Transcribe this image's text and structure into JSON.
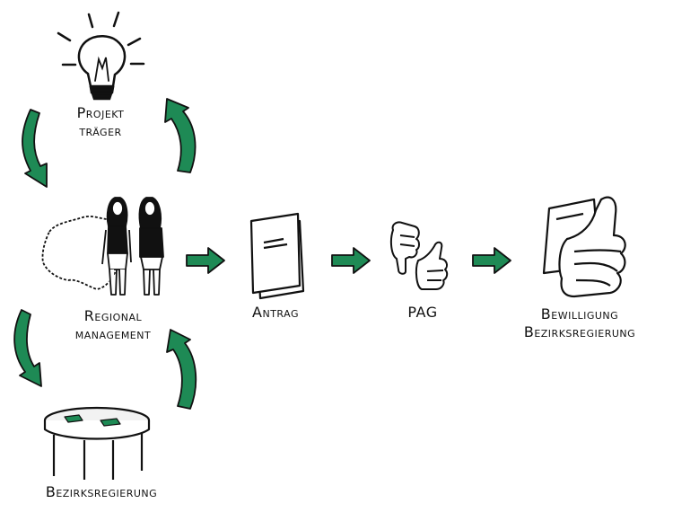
{
  "colors": {
    "accent": "#1e8a55",
    "ink": "#111111",
    "paper": "#ffffff",
    "table_top": "#f2f2f2"
  },
  "nodes": {
    "projekttraeger": {
      "icon": "lightbulb-icon",
      "line1": "Projekt",
      "line2": "träger"
    },
    "regional": {
      "icon": "two-women-map-icon",
      "line1": "Regional",
      "line2": "management"
    },
    "antrag": {
      "icon": "document-icon",
      "line1": "Antrag"
    },
    "pag": {
      "icon": "thumbs-down-up-icon",
      "line1": "PAG"
    },
    "bewilligung": {
      "icon": "thumbs-up-document-icon",
      "line1": "Bewilligung",
      "line2": "Bezirksregierung"
    },
    "bezirksregierung": {
      "icon": "round-table-icon",
      "line1": "Bezirksregierung"
    }
  }
}
